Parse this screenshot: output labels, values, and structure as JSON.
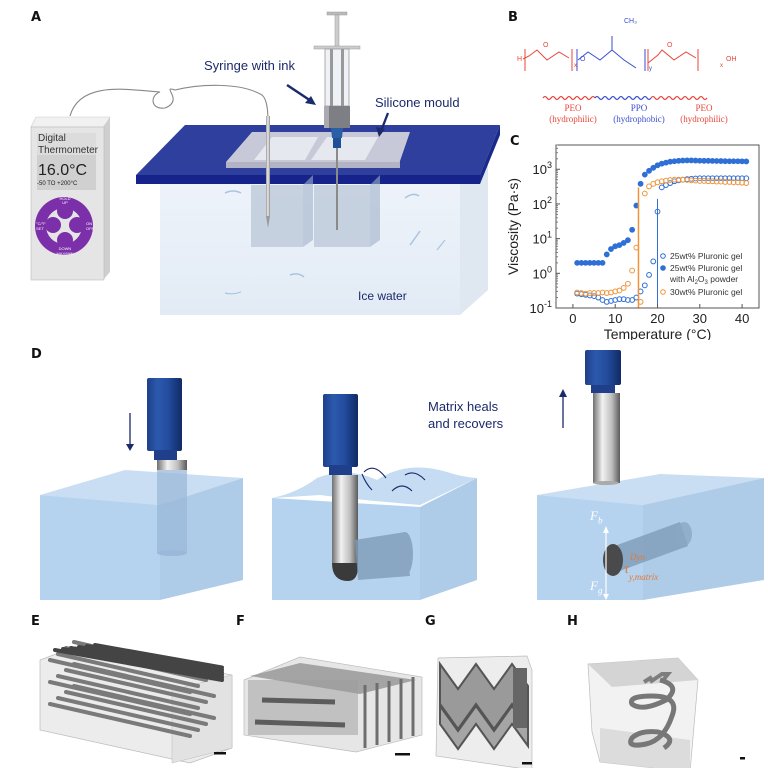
{
  "panels": {
    "A": {
      "label": "A",
      "annotations": {
        "syringe": "Syringe with ink",
        "mould": "Silicone mould",
        "ice_water": "Ice water"
      },
      "thermometer": {
        "title_line1": "Digital",
        "title_line2": "Thermometer",
        "reading": "16.0°C",
        "range": "-50 TO +200°C",
        "btn_top_line1": "HOLD",
        "btn_top_line2": "UP",
        "btn_left_line1": "°C/°F",
        "btn_left_line2": "SET",
        "btn_right_line1": "ON",
        "btn_right_line2": "OFF",
        "btn_bottom_line1": "DOWN",
        "btn_bottom_line2": "MAX/MIN"
      },
      "colors": {
        "plate": "#2f3f9e",
        "plate_edge": "#1a2a8a",
        "water": "#e6eef6",
        "dial": "#7b2fa8"
      }
    },
    "B": {
      "label": "B",
      "chem": {
        "h": "H",
        "o": "O",
        "ch3": "CH₃",
        "x": "x",
        "y": "y",
        "oh": "OH"
      },
      "blocks": [
        {
          "name": "PEO",
          "desc": "(hydrophilic)",
          "color": "#e8463a"
        },
        {
          "name": "PPO",
          "desc": "(hydrophobic)",
          "color": "#3b4fd1"
        },
        {
          "name": "PEO",
          "desc": "(hydrophilic)",
          "color": "#e8463a"
        }
      ]
    },
    "C": {
      "label": "C"
    },
    "D": {
      "label": "D",
      "annotation": [
        "Matrix heals",
        "and recovers"
      ],
      "force_b": "F",
      "force_b_sub": "b",
      "force_g": "F",
      "force_g_sub": "g",
      "tau": "τ",
      "tau_sup": "Dyn",
      "tau_sub": "y,matrix"
    },
    "E": {
      "label": "E"
    },
    "F": {
      "label": "F"
    },
    "G": {
      "label": "G"
    },
    "H": {
      "label": "H"
    }
  },
  "chart_data": {
    "type": "scatter",
    "title": "",
    "xlabel": "Temperature (°C)",
    "ylabel": "Viscosity (Pa·s)",
    "xlim": [
      -4,
      44
    ],
    "ylim": [
      0.1,
      5000
    ],
    "yscale": "log",
    "x_ticks": [
      0,
      10,
      20,
      30,
      40
    ],
    "x_tick_labels": [
      "0",
      "10",
      "20",
      "30",
      "40"
    ],
    "y_ticks": [
      0.1,
      1,
      10,
      100,
      1000
    ],
    "y_tick_labels": [
      {
        "base": "10",
        "exp": "-1"
      },
      {
        "base": "10",
        "exp": "0"
      },
      {
        "base": "10",
        "exp": "1"
      },
      {
        "base": "10",
        "exp": "2"
      },
      {
        "base": "10",
        "exp": "3"
      }
    ],
    "legend_position": "bottom-right",
    "series": [
      {
        "name": "25wt% Pluronic gel",
        "marker": "open-circle",
        "color": "#2f6fd6",
        "x": [
          1,
          2,
          3,
          4,
          5,
          6,
          7,
          8,
          9,
          10,
          11,
          12,
          13,
          14,
          15,
          16,
          17,
          18,
          19,
          20,
          21,
          22,
          23,
          24,
          25,
          26,
          27,
          28,
          29,
          30,
          31,
          32,
          33,
          34,
          35,
          36,
          37,
          38,
          39,
          40,
          41
        ],
        "y": [
          0.26,
          0.25,
          0.24,
          0.23,
          0.22,
          0.2,
          0.17,
          0.15,
          0.16,
          0.17,
          0.18,
          0.18,
          0.17,
          0.17,
          0.2,
          0.3,
          0.45,
          0.9,
          2.2,
          60,
          300,
          350,
          400,
          450,
          480,
          500,
          520,
          530,
          540,
          550,
          550,
          550,
          550,
          550,
          550,
          550,
          550,
          550,
          550,
          550,
          550
        ]
      },
      {
        "name": "25wt% Pluronic gel with Al₂O₃ powder",
        "legend_line1": "25wt% Pluronic gel",
        "legend_line2": "with Al",
        "legend_sub": "2",
        "legend_mid": "O",
        "legend_sub2": "3",
        "legend_tail": " powder",
        "marker": "filled-circle",
        "color": "#2f6fd6",
        "x": [
          1,
          2,
          3,
          4,
          5,
          6,
          7,
          8,
          9,
          10,
          11,
          12,
          13,
          14,
          15,
          16,
          17,
          18,
          19,
          20,
          21,
          22,
          23,
          24,
          25,
          26,
          27,
          28,
          29,
          30,
          31,
          32,
          33,
          34,
          35,
          36,
          37,
          38,
          39,
          40,
          41
        ],
        "y": [
          2,
          2,
          2,
          2,
          2,
          2,
          2,
          3.5,
          5,
          6,
          6.5,
          7.5,
          9,
          18,
          90,
          380,
          700,
          900,
          1100,
          1300,
          1450,
          1550,
          1650,
          1700,
          1750,
          1780,
          1800,
          1800,
          1780,
          1760,
          1750,
          1750,
          1740,
          1730,
          1720,
          1710,
          1700,
          1700,
          1700,
          1690,
          1680
        ]
      },
      {
        "name": "30wt% Pluronic gel",
        "marker": "open-circle",
        "color": "#f0943a",
        "x": [
          1,
          2,
          3,
          4,
          5,
          6,
          7,
          8,
          9,
          10,
          11,
          12,
          13,
          14,
          15,
          16,
          17,
          18,
          19,
          20,
          21,
          22,
          23,
          24,
          25,
          26,
          27,
          28,
          29,
          30,
          31,
          32,
          33,
          34,
          35,
          36,
          37,
          38,
          39,
          40,
          41
        ],
        "y": [
          0.28,
          0.27,
          0.26,
          0.27,
          0.27,
          0.27,
          0.28,
          0.27,
          0.28,
          0.3,
          0.32,
          0.38,
          0.5,
          1.2,
          5.5,
          0.15,
          200,
          320,
          380,
          420,
          450,
          470,
          490,
          500,
          500,
          500,
          490,
          480,
          470,
          460,
          460,
          450,
          450,
          440,
          440,
          430,
          430,
          420,
          420,
          410,
          400
        ]
      }
    ]
  }
}
